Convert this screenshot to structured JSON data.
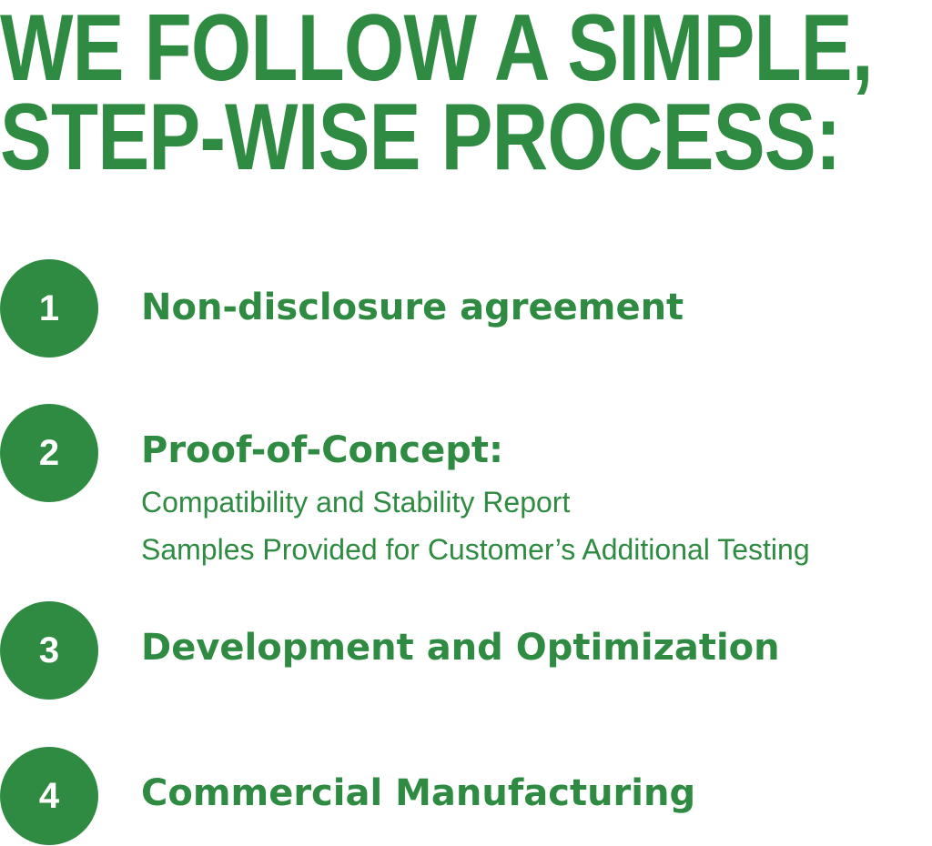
{
  "headline": {
    "line1": "WE FOLLOW A SIMPLE,",
    "line2": "STEP-WISE PROCESS:"
  },
  "steps": [
    {
      "number": "1",
      "title": "Non-disclosure agreement"
    },
    {
      "number": "2",
      "title": "Proof-of-Concept:",
      "details": [
        "Compatibility and Stability Report",
        "Samples Provided for Customer’s Additional Testing"
      ]
    },
    {
      "number": "3",
      "title": "Development and Optimization"
    },
    {
      "number": "4",
      "title": "Commercial Manufacturing"
    }
  ],
  "colors": {
    "brand_green": "#2e8b41",
    "circle_text": "#ffffff",
    "background": "#ffffff"
  }
}
